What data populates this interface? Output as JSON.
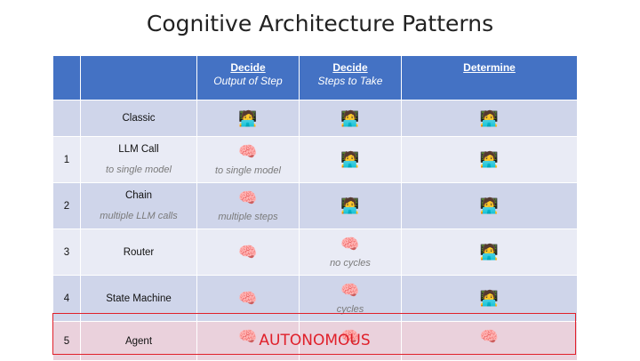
{
  "title": "Cognitive Architecture Patterns",
  "header": {
    "col3_line1": "Decide",
    "col3_line2": "Output of Step",
    "col4_line1": "Decide",
    "col4_line2": "Steps to Take",
    "col5_line1": "Determine"
  },
  "icons": {
    "human": "🧑‍💻",
    "brain": "🧠"
  },
  "rows": [
    {
      "num": "",
      "name": "Classic",
      "name_sub": "",
      "output": "human",
      "output_sub": "",
      "steps": "human",
      "steps_sub": "",
      "determine": "human"
    },
    {
      "num": "1",
      "name": "LLM Call",
      "name_sub": "to single model",
      "output": "brain",
      "output_sub": "to single model",
      "steps": "human",
      "steps_sub": "",
      "determine": "human"
    },
    {
      "num": "2",
      "name": "Chain",
      "name_sub": "multiple LLM calls",
      "output": "brain",
      "output_sub": "multiple steps",
      "steps": "human",
      "steps_sub": "",
      "determine": "human"
    },
    {
      "num": "3",
      "name": "Router",
      "name_sub": "",
      "output": "brain",
      "output_sub": "",
      "steps": "brain",
      "steps_sub": "no cycles",
      "determine": "human"
    },
    {
      "num": "4",
      "name": "State Machine",
      "name_sub": "",
      "output": "brain",
      "output_sub": "",
      "steps": "brain",
      "steps_sub": "cycles",
      "determine": "human"
    },
    {
      "num": "5",
      "name": "Agent",
      "name_sub": "",
      "output": "brain",
      "output_sub": "",
      "steps": "brain",
      "steps_sub": "",
      "determine": "brain"
    }
  ],
  "agent_label": "AUTONOMOUS",
  "colors": {
    "header": "#4472c4",
    "band_dark": "#cfd5ea",
    "band_light": "#e9ebf5",
    "agent_fill": "#ead1dc",
    "agent_border": "#e0202a"
  }
}
